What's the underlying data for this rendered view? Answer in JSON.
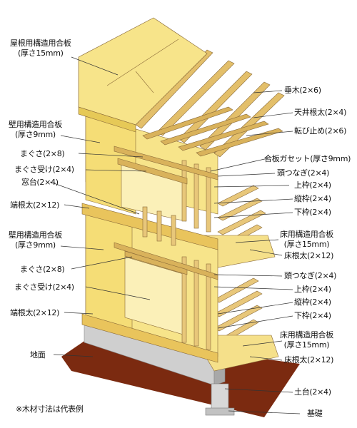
{
  "labels_left": {
    "roof_board_1": "屋根用構造用合板",
    "roof_board_2": "(厚さ15mm)",
    "wall_board_upper_1": "壁用構造用合板",
    "wall_board_upper_2": "(厚さ9mm)",
    "magusa_upper": "まぐさ(2×8)",
    "magusa_uke_upper": "まぐさ受け(2×4)",
    "madodai": "窓台(2×4)",
    "hashi_netai_upper": "端根太(2×12)",
    "wall_board_lower_1": "壁用構造用合板",
    "wall_board_lower_2": "(厚さ9mm)",
    "magusa_lower": "まぐさ(2×8)",
    "magusa_uke_lower": "まぐさ受け(2×4)",
    "hashi_netai_lower": "端根太(2×12)",
    "ground": "地面",
    "note": "※木材寸法は代表例"
  },
  "labels_right": {
    "taruki": "垂木(2×6)",
    "tenjo_netai": "天井根太(2×4)",
    "korobi_dome": "転び止め(2×6)",
    "gusset": "合板ガセット(厚さ9mm)",
    "atama_tsunagi_upper": "頭つなぎ(2×4)",
    "uwawaku_upper": "上枠(2×4)",
    "tatewaku_upper": "縦枠(2×4)",
    "shitawaku_upper": "下枠(2×4)",
    "floor_board_upper_1": "床用構造用合板",
    "floor_board_upper_2": "(厚さ15mm)",
    "yuka_netai_upper": "床根太(2×12)",
    "atama_tsunagi_lower": "頭つなぎ(2×4)",
    "uwawaku_lower": "上枠(2×4)",
    "tatewaku_lower": "縦枠(2×4)",
    "shitawaku_lower": "下枠(2×4)",
    "floor_board_lower_1": "床用構造用合板",
    "floor_board_lower_2": "(厚さ15mm)",
    "yuka_netai_lower": "床根太(2×12)",
    "dodai": "土台(2×4)",
    "kiso": "基礎"
  },
  "colors": {
    "plywood": "#f7e48a",
    "plywood_shade": "#e6c957",
    "lumber": "#e8c77a",
    "lumber_dark": "#a9824a",
    "ground": "#7b2a10",
    "foundation": "#c8c8c8",
    "line": "#333333"
  }
}
